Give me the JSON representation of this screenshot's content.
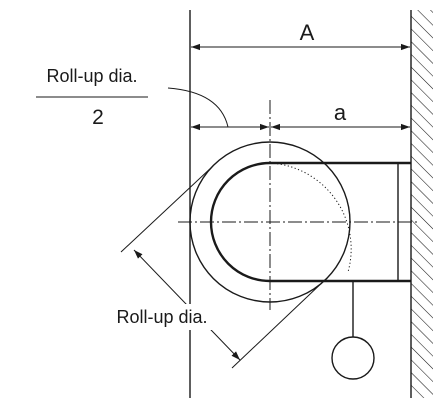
{
  "labels": {
    "dim_A": "A",
    "dim_a": "a",
    "half_dia_numerator": "Roll-up dia.",
    "half_dia_denominator": "2",
    "roll_up_dia": "Roll-up dia."
  },
  "colors": {
    "line": "#1a1a1a",
    "background": "#ffffff"
  }
}
